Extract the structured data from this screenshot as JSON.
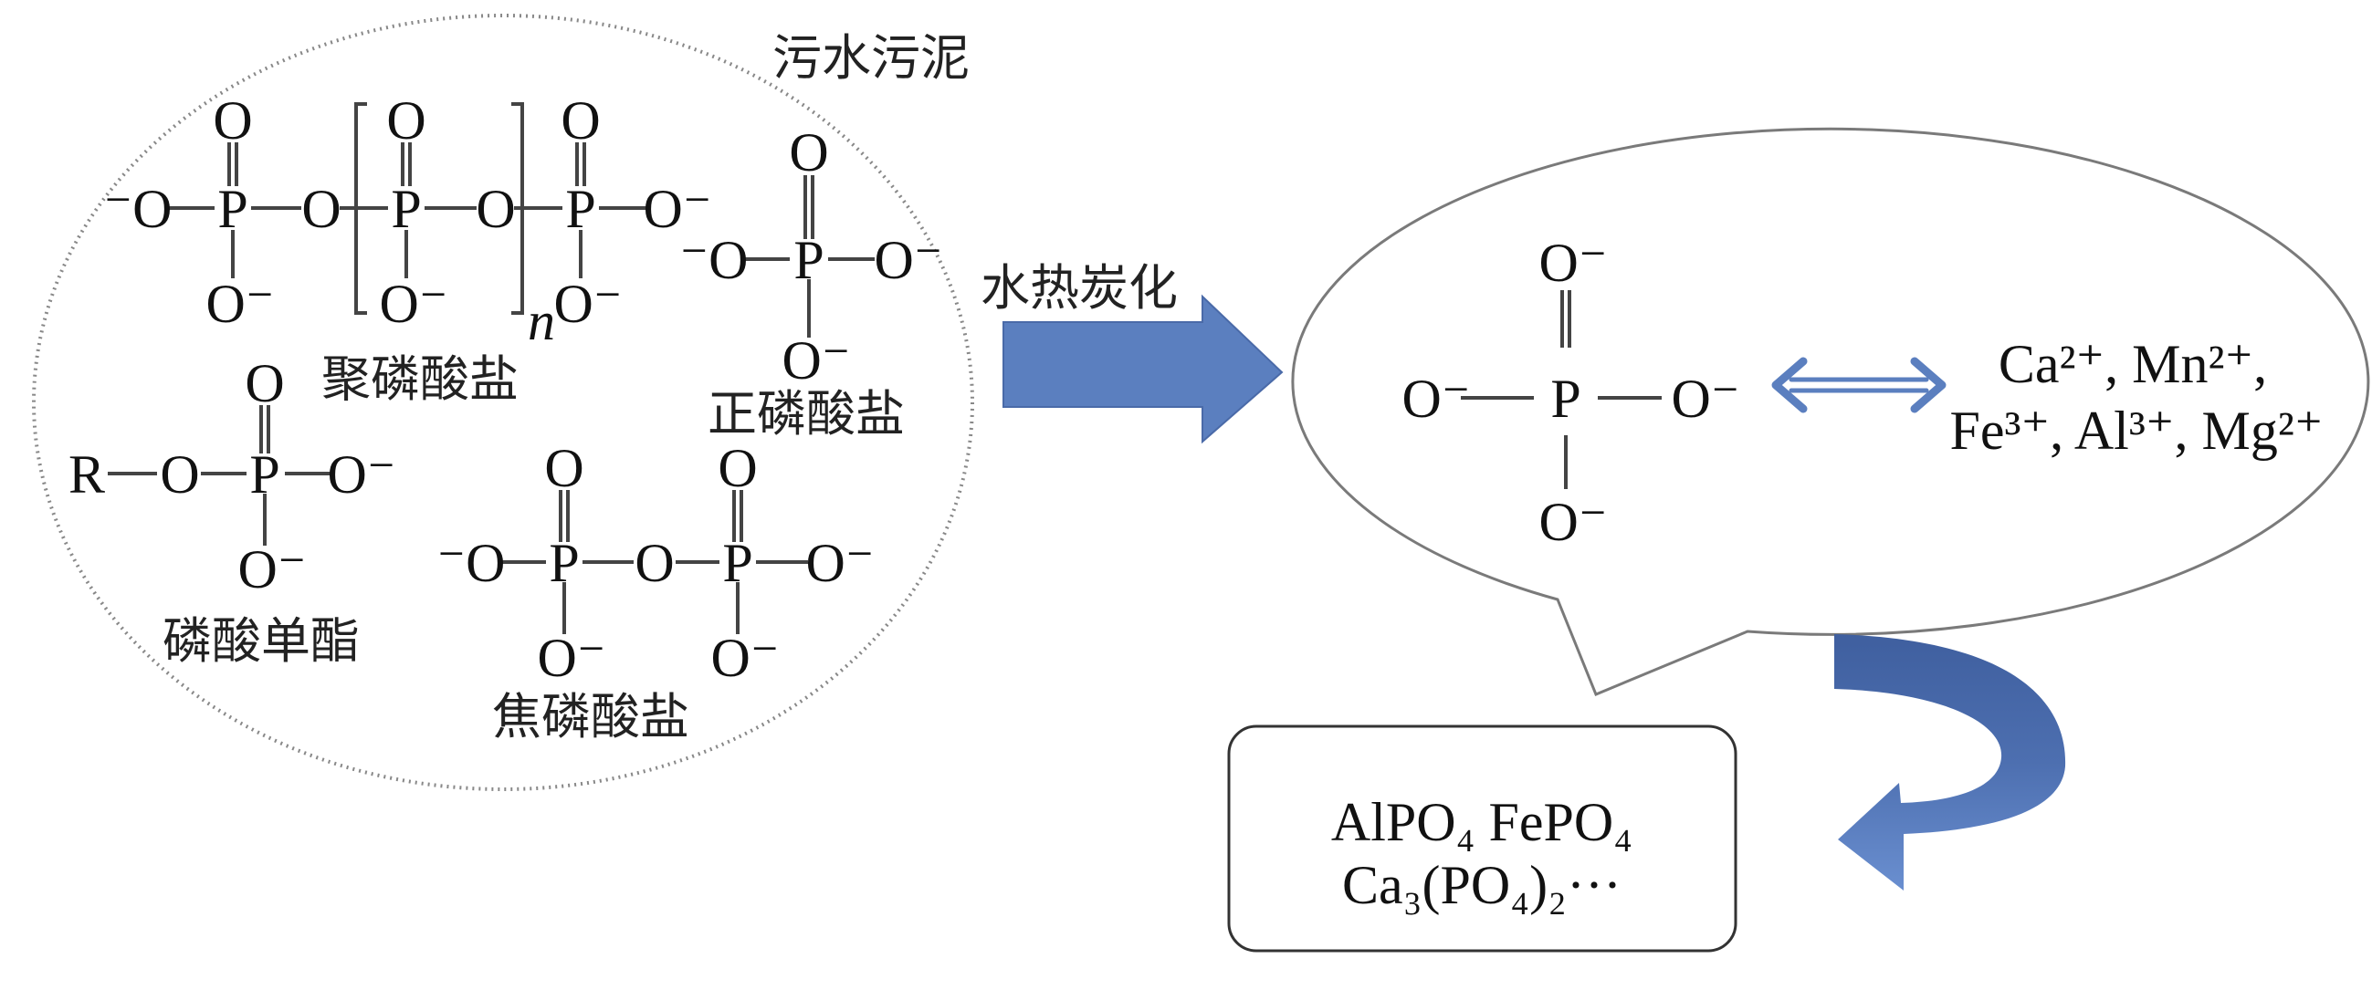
{
  "colors": {
    "arrow": "#5b7fbf",
    "arrow_dark": "#3f5f9f",
    "bubble_stroke": "#7a7a7a",
    "dotted": "#888888"
  },
  "sludge_label": "污水污泥",
  "process_label": "水热炭化",
  "structures": {
    "polyphosphate": {
      "name": "聚磷酸盐",
      "subscript": "n",
      "atoms": [
        "⁻O",
        "P",
        "O",
        "P",
        "O",
        "P",
        "O⁻",
        "O",
        "O",
        "O",
        "O⁻",
        "O⁻",
        "O⁻"
      ]
    },
    "orthophosphate": {
      "name": "正磷酸盐",
      "atoms": [
        "P",
        "O",
        "⁻O",
        "O⁻",
        "O⁻"
      ]
    },
    "monoester": {
      "name": "磷酸单酯",
      "atoms": [
        "R",
        "O",
        "P",
        "O⁻",
        "O",
        "O⁻"
      ]
    },
    "pyrophosphate": {
      "name": "焦磷酸盐",
      "atoms": [
        "⁻O",
        "P",
        "O",
        "P",
        "O⁻",
        "O",
        "O",
        "O⁻",
        "O⁻"
      ]
    },
    "phosphate_ion": {
      "atoms": [
        "P",
        "O⁻",
        "O⁻",
        "O⁻",
        "O⁻"
      ]
    }
  },
  "cations": {
    "line1": "Ca²⁺, Mn²⁺,",
    "line2": "Fe³⁺, Al³⁺, Mg²⁺"
  },
  "products": {
    "line1": "AlPO₄ FePO₄",
    "line2": "Ca₃(PO₄)₂···"
  }
}
